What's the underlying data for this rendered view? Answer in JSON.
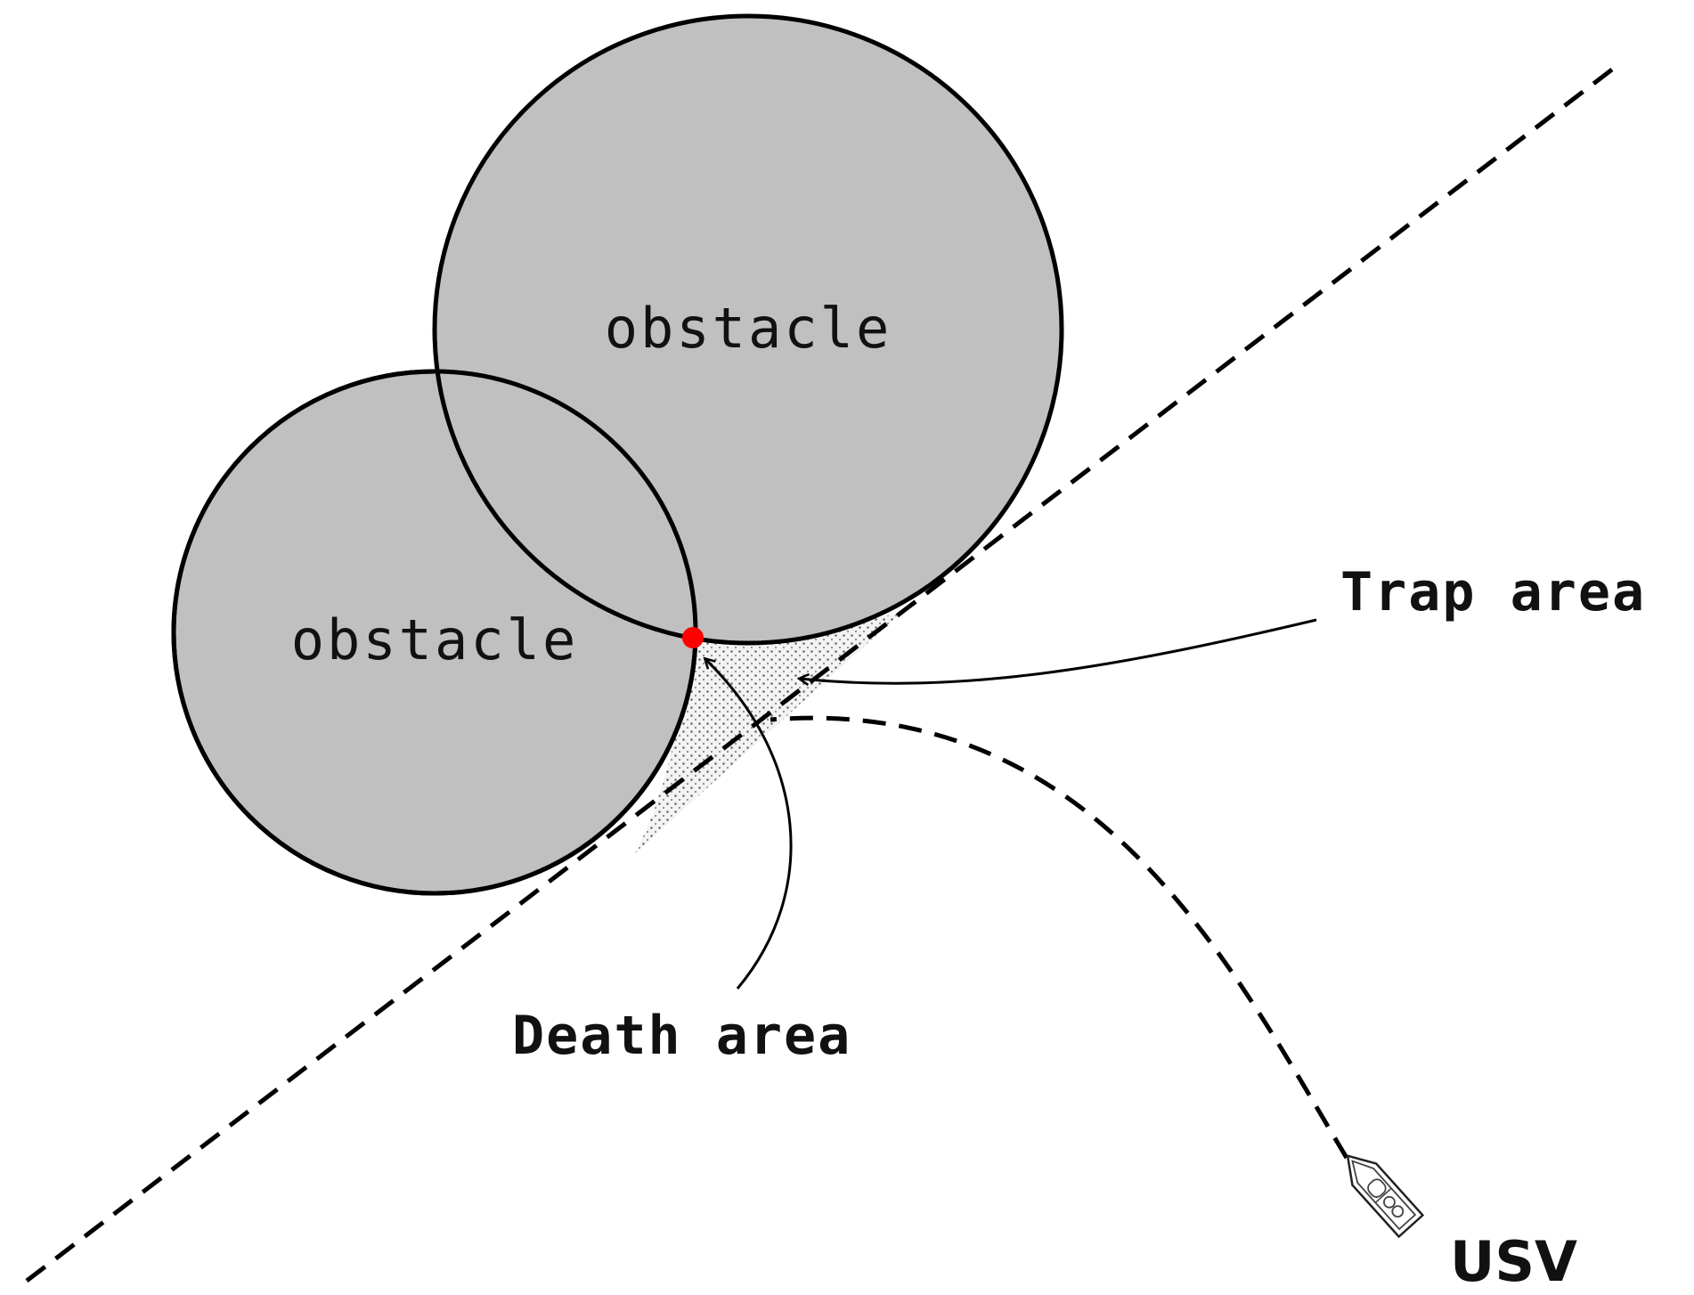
{
  "diagram": {
    "obstacles": [
      {
        "label": "obstacle"
      },
      {
        "label": "obstacle"
      }
    ],
    "annotations": {
      "trap_area": "Trap area",
      "death_area": "Death area",
      "vehicle": "USV"
    },
    "colors": {
      "obstacle_fill": "#c0c0c0",
      "outline": "#000000",
      "critical_point": "#ff0000",
      "trap_fill": "#e4e4e4"
    },
    "icons": {
      "vehicle": "boat-icon"
    }
  }
}
